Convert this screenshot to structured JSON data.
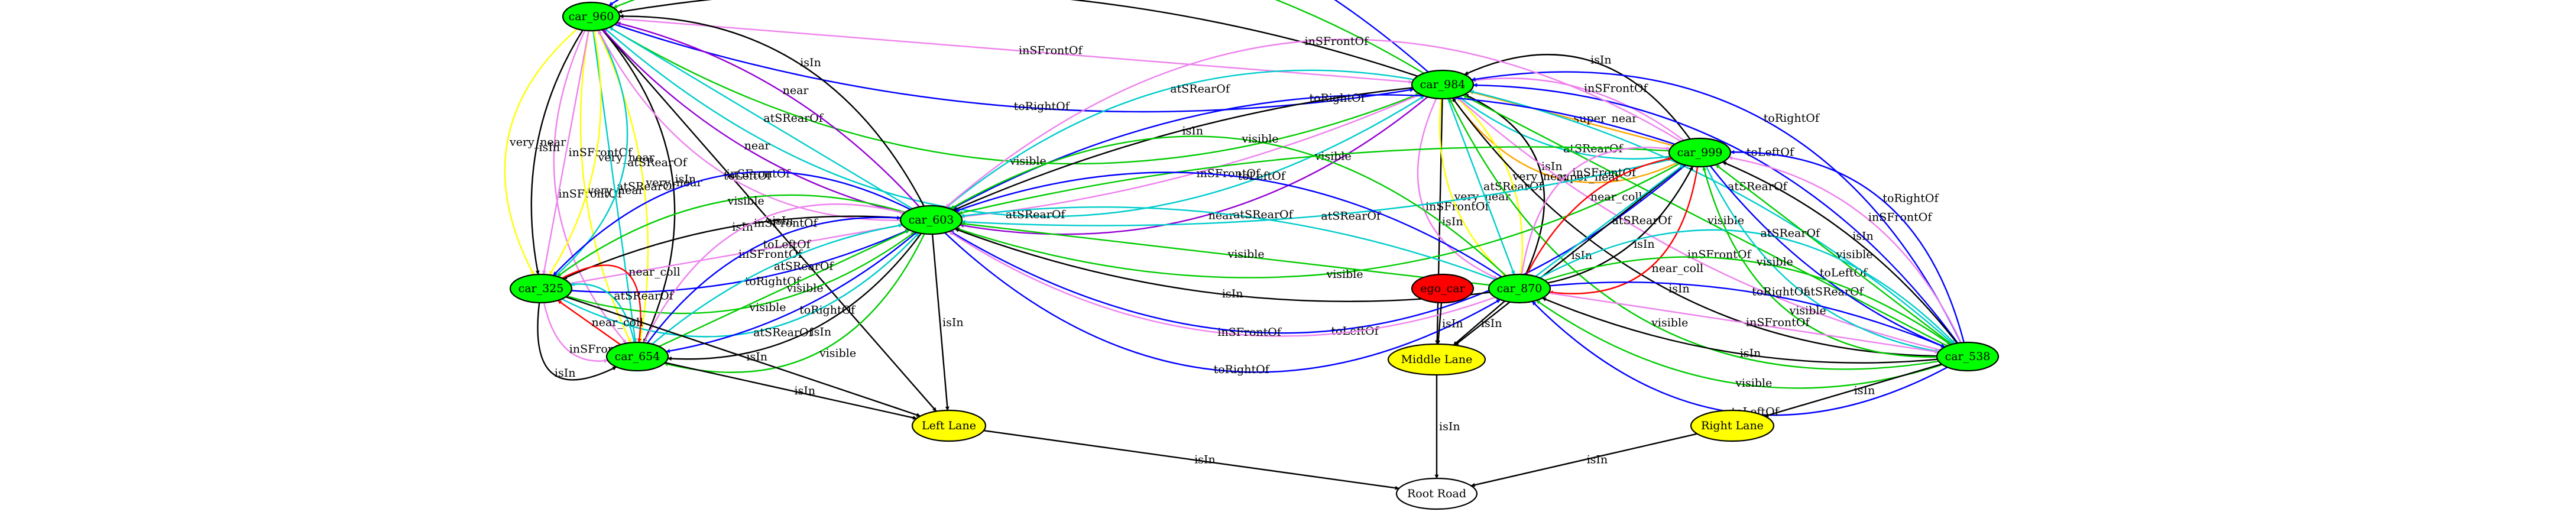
{
  "graph": {
    "nodes": [
      {
        "id": "car_960",
        "label": "car_960",
        "fill": "#00ff00"
      },
      {
        "id": "car_984",
        "label": "car_984",
        "fill": "#00ff00"
      },
      {
        "id": "car_999",
        "label": "car_999",
        "fill": "#00ff00"
      },
      {
        "id": "car_603",
        "label": "car_603",
        "fill": "#00ff00"
      },
      {
        "id": "car_325",
        "label": "car_325",
        "fill": "#00ff00"
      },
      {
        "id": "car_654",
        "label": "car_654",
        "fill": "#00ff00"
      },
      {
        "id": "ego_car",
        "label": "ego_car",
        "fill": "#ff0000"
      },
      {
        "id": "car_870",
        "label": "car_870",
        "fill": "#00ff00"
      },
      {
        "id": "car_538",
        "label": "car_538",
        "fill": "#00ff00"
      },
      {
        "id": "middle_lane",
        "label": "Middle Lane",
        "fill": "#ffff00"
      },
      {
        "id": "left_lane",
        "label": "Left Lane",
        "fill": "#ffff00"
      },
      {
        "id": "right_lane",
        "label": "Right Lane",
        "fill": "#ffff00"
      },
      {
        "id": "root_road",
        "label": "Root Road",
        "fill": "#ffffff"
      }
    ],
    "edges": [
      {
        "from": "car_984",
        "to": "car_960",
        "label": "toLeftOf",
        "color": "#0000ff"
      },
      {
        "from": "car_984",
        "to": "car_960",
        "label": "visible",
        "color": "#00cc00"
      },
      {
        "from": "car_984",
        "to": "car_960",
        "label": "isIn",
        "color": "#000000"
      },
      {
        "from": "car_960",
        "to": "car_984",
        "label": "inSFrontOf",
        "color": "#ee82ee"
      },
      {
        "from": "car_960",
        "to": "car_984",
        "label": "toRightOf",
        "color": "#0000ff"
      },
      {
        "from": "car_960",
        "to": "car_984",
        "label": "visible",
        "color": "#00cc00"
      },
      {
        "from": "car_960",
        "to": "car_984",
        "label": "atSRearOf",
        "color": "#00cccc"
      },
      {
        "from": "car_960",
        "to": "left_lane",
        "label": "isIn",
        "color": "#000000"
      },
      {
        "from": "car_960",
        "to": "car_654",
        "label": "inSFrontOf",
        "color": "#ee82ee"
      },
      {
        "from": "car_960",
        "to": "car_654",
        "label": "very_near",
        "color": "#ffff00"
      },
      {
        "from": "car_960",
        "to": "car_654",
        "label": "atSRearOf",
        "color": "#00cccc"
      },
      {
        "from": "car_960",
        "to": "car_654",
        "label": "very_near",
        "color": "#ffff00"
      },
      {
        "from": "car_960",
        "to": "car_654",
        "label": "isIn",
        "color": "#000000"
      },
      {
        "from": "car_960",
        "to": "car_325",
        "label": "very_near",
        "color": "#ffff00"
      },
      {
        "from": "car_960",
        "to": "car_325",
        "label": "isIn",
        "color": "#000000"
      },
      {
        "from": "car_960",
        "to": "car_325",
        "label": "inSFrontOf",
        "color": "#ee82ee"
      },
      {
        "from": "car_960",
        "to": "car_325",
        "label": "very_near",
        "color": "#ffff00"
      },
      {
        "from": "car_325",
        "to": "car_960",
        "label": "atSRearOf",
        "color": "#00cccc"
      },
      {
        "from": "car_603",
        "to": "car_960",
        "label": "inSFrontOf",
        "color": "#ee82ee"
      },
      {
        "from": "car_603",
        "to": "car_960",
        "label": "near",
        "color": "#9400d3"
      },
      {
        "from": "car_603",
        "to": "car_960",
        "label": "atSRearOf",
        "color": "#00cccc"
      },
      {
        "from": "car_603",
        "to": "car_960",
        "label": "near",
        "color": "#9400d3"
      },
      {
        "from": "car_603",
        "to": "car_960",
        "label": "isIn",
        "color": "#000000"
      },
      {
        "from": "car_984",
        "to": "car_603",
        "label": "atSRearOf",
        "color": "#00cccc"
      },
      {
        "from": "car_984",
        "to": "car_603",
        "label": "isIn",
        "color": "#000000"
      },
      {
        "from": "car_984",
        "to": "car_603",
        "label": "inSFrontOf",
        "color": "#ee82ee"
      },
      {
        "from": "car_984",
        "to": "car_603",
        "label": "near",
        "color": "#9400d3"
      },
      {
        "from": "car_999",
        "to": "car_984",
        "label": "isIn",
        "color": "#000000"
      },
      {
        "from": "car_999",
        "to": "car_984",
        "label": "inSFrontOf",
        "color": "#ee82ee"
      },
      {
        "from": "car_999",
        "to": "car_984",
        "label": "super_near",
        "color": "#ffa500"
      },
      {
        "from": "car_999",
        "to": "car_984",
        "label": "atSRearOf",
        "color": "#00cccc"
      },
      {
        "from": "car_999",
        "to": "car_984",
        "label": "super_near",
        "color": "#ffa500"
      },
      {
        "from": "car_984",
        "to": "middle_lane",
        "label": "isIn",
        "color": "#000000"
      },
      {
        "from": "car_984",
        "to": "car_870",
        "label": "inSFrontOf",
        "color": "#ee82ee"
      },
      {
        "from": "car_984",
        "to": "car_870",
        "label": "very_near",
        "color": "#ffff00"
      },
      {
        "from": "car_984",
        "to": "car_870",
        "label": "atSRearOf",
        "color": "#00cccc"
      },
      {
        "from": "car_984",
        "to": "car_870",
        "label": "very_near",
        "color": "#ffff00"
      },
      {
        "from": "car_870",
        "to": "car_984",
        "label": "isIn",
        "color": "#000000"
      },
      {
        "from": "car_538",
        "to": "car_984",
        "label": "visible",
        "color": "#00cc00"
      },
      {
        "from": "car_538",
        "to": "car_984",
        "label": "isIn",
        "color": "#000000"
      },
      {
        "from": "car_538",
        "to": "car_984",
        "label": "inSFrontOf",
        "color": "#ee82ee"
      },
      {
        "from": "car_538",
        "to": "car_984",
        "label": "visible",
        "color": "#00cc00"
      },
      {
        "from": "car_538",
        "to": "car_984",
        "label": "atSRearOf",
        "color": "#00cccc"
      },
      {
        "from": "car_538",
        "to": "car_984",
        "label": "toLeftOf",
        "color": "#0000ff"
      },
      {
        "from": "car_538",
        "to": "car_984",
        "label": "toRightOf",
        "color": "#0000ff"
      },
      {
        "from": "car_999",
        "to": "car_603",
        "label": "inSFrontOf",
        "color": "#ee82ee"
      },
      {
        "from": "car_999",
        "to": "car_603",
        "label": "toRightOf",
        "color": "#0000ff"
      },
      {
        "from": "car_999",
        "to": "car_603",
        "label": "visible",
        "color": "#00cc00"
      },
      {
        "from": "car_999",
        "to": "car_603",
        "label": "atSRearOf",
        "color": "#00cccc"
      },
      {
        "from": "car_999",
        "to": "car_603",
        "label": "visible",
        "color": "#00cc00"
      },
      {
        "from": "car_999",
        "to": "car_603",
        "label": "toLeftOf",
        "color": "#0000ff"
      },
      {
        "from": "car_999",
        "to": "middle_lane",
        "label": "isIn",
        "color": "#000000"
      },
      {
        "from": "car_870",
        "to": "car_999",
        "label": "inSFrontOf",
        "color": "#ee82ee"
      },
      {
        "from": "car_870",
        "to": "car_999",
        "label": "near_coll",
        "color": "#ff0000"
      },
      {
        "from": "car_870",
        "to": "car_999",
        "label": "atSRearOf",
        "color": "#00cccc"
      },
      {
        "from": "car_870",
        "to": "car_999",
        "label": "isIn",
        "color": "#000000"
      },
      {
        "from": "car_999",
        "to": "car_870",
        "label": "near_coll",
        "color": "#ff0000"
      },
      {
        "from": "car_538",
        "to": "car_999",
        "label": "visible",
        "color": "#00cc00"
      },
      {
        "from": "car_999",
        "to": "car_538",
        "label": "atSRearOf",
        "color": "#00cccc"
      },
      {
        "from": "car_999",
        "to": "car_538",
        "label": "toLeftOf",
        "color": "#0000ff"
      },
      {
        "from": "car_538",
        "to": "car_999",
        "label": "visible",
        "color": "#00cc00"
      },
      {
        "from": "car_538",
        "to": "car_999",
        "label": "isIn",
        "color": "#000000"
      },
      {
        "from": "car_538",
        "to": "car_999",
        "label": "inSFrontOf",
        "color": "#ee82ee"
      },
      {
        "from": "car_538",
        "to": "car_999",
        "label": "toRightOf",
        "color": "#0000ff"
      },
      {
        "from": "car_603",
        "to": "car_325",
        "label": "toLeftOf",
        "color": "#0000ff"
      },
      {
        "from": "car_603",
        "to": "car_325",
        "label": "visible",
        "color": "#00cc00"
      },
      {
        "from": "car_603",
        "to": "car_325",
        "label": "isIn",
        "color": "#000000"
      },
      {
        "from": "car_325",
        "to": "car_603",
        "label": "inSFrontOf",
        "color": "#ee82ee"
      },
      {
        "from": "car_325",
        "to": "car_603",
        "label": "toRightOf",
        "color": "#0000ff"
      },
      {
        "from": "car_325",
        "to": "car_603",
        "label": "visible",
        "color": "#00cc00"
      },
      {
        "from": "car_325",
        "to": "car_603",
        "label": "atSRearOf",
        "color": "#00cccc"
      },
      {
        "from": "car_603",
        "to": "car_654",
        "label": "visible",
        "color": "#00cc00"
      },
      {
        "from": "car_603",
        "to": "car_654",
        "label": "isIn",
        "color": "#000000"
      },
      {
        "from": "car_603",
        "to": "car_654",
        "label": "toRightOf",
        "color": "#0000ff"
      },
      {
        "from": "car_654",
        "to": "car_603",
        "label": "visible",
        "color": "#00cc00"
      },
      {
        "from": "car_654",
        "to": "car_603",
        "label": "atSRearOf",
        "color": "#00cccc"
      },
      {
        "from": "car_654",
        "to": "car_603",
        "label": "toLeftOf",
        "color": "#0000ff"
      },
      {
        "from": "car_654",
        "to": "car_603",
        "label": "inSFrontOf",
        "color": "#ee82ee"
      },
      {
        "from": "car_603",
        "to": "left_lane",
        "label": "isIn",
        "color": "#000000"
      },
      {
        "from": "car_870",
        "to": "car_603",
        "label": "visible",
        "color": "#00cc00"
      },
      {
        "from": "car_870",
        "to": "car_603",
        "label": "toLeftOf",
        "color": "#0000ff"
      },
      {
        "from": "car_870",
        "to": "car_603",
        "label": "atSRearOf",
        "color": "#00cccc"
      },
      {
        "from": "car_870",
        "to": "car_603",
        "label": "visible",
        "color": "#00cc00"
      },
      {
        "from": "car_870",
        "to": "car_603",
        "label": "isIn",
        "color": "#000000"
      },
      {
        "from": "car_870",
        "to": "car_603",
        "label": "inSFrontOf",
        "color": "#ee82ee"
      },
      {
        "from": "car_603",
        "to": "car_870",
        "label": "toRightOf",
        "color": "#0000ff"
      },
      {
        "from": "car_325",
        "to": "car_654",
        "label": "near_coll",
        "color": "#ff0000"
      },
      {
        "from": "car_654",
        "to": "car_325",
        "label": "atSRearOf",
        "color": "#00cccc"
      },
      {
        "from": "car_654",
        "to": "car_325",
        "label": "near_coll",
        "color": "#ff0000"
      },
      {
        "from": "car_325",
        "to": "car_654",
        "label": "inSFrontOf",
        "color": "#ee82ee"
      },
      {
        "from": "car_325",
        "to": "car_654",
        "label": "isIn",
        "color": "#000000"
      },
      {
        "from": "car_325",
        "to": "left_lane",
        "label": "isIn",
        "color": "#000000"
      },
      {
        "from": "car_654",
        "to": "left_lane",
        "label": "isIn",
        "color": "#000000"
      },
      {
        "from": "ego_car",
        "to": "middle_lane",
        "label": "isIn",
        "color": "#000000"
      },
      {
        "from": "car_870",
        "to": "middle_lane",
        "label": "isIn",
        "color": "#000000"
      },
      {
        "from": "car_538",
        "to": "car_870",
        "label": "toLeftOf",
        "color": "#0000ff"
      },
      {
        "from": "car_538",
        "to": "car_870",
        "label": "visible",
        "color": "#00cc00"
      },
      {
        "from": "car_538",
        "to": "car_870",
        "label": "isIn",
        "color": "#000000"
      },
      {
        "from": "car_870",
        "to": "car_538",
        "label": "inSFrontOf",
        "color": "#ee82ee"
      },
      {
        "from": "car_870",
        "to": "car_538",
        "label": "toRightOf",
        "color": "#0000ff"
      },
      {
        "from": "car_870",
        "to": "car_538",
        "label": "visible",
        "color": "#00cc00"
      },
      {
        "from": "car_870",
        "to": "car_538",
        "label": "atSRearOf",
        "color": "#00cccc"
      },
      {
        "from": "car_538",
        "to": "right_lane",
        "label": "isIn",
        "color": "#000000"
      },
      {
        "from": "middle_lane",
        "to": "root_road",
        "label": "isIn",
        "color": "#000000"
      },
      {
        "from": "left_lane",
        "to": "root_road",
        "label": "isIn",
        "color": "#000000"
      },
      {
        "from": "right_lane",
        "to": "root_road",
        "label": "isIn",
        "color": "#000000"
      }
    ]
  }
}
